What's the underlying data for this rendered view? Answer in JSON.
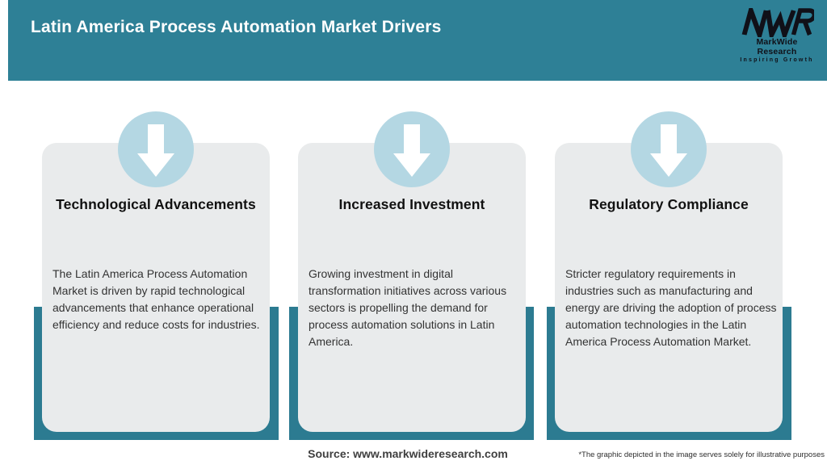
{
  "header": {
    "title": "Latin America Process Automation Market Drivers",
    "logo": {
      "monogram": "MWR",
      "name": "MarkWide Research",
      "tagline": "Inspiring Growth"
    }
  },
  "cards": [
    {
      "icon": "down-arrow",
      "title": "Technological Advancements",
      "body": "The Latin America Process Automation\nMarket is driven by rapid technological\nadvancements that enhance operational\nefficiency and reduce costs for industries."
    },
    {
      "icon": "down-arrow",
      "title": "Increased Investment",
      "body": "Growing investment in digital\ntransformation initiatives across various\nsectors is propelling the demand for\nprocess automation solutions in Latin\nAmerica."
    },
    {
      "icon": "down-arrow",
      "title": "Regulatory Compliance",
      "body": "Stricter regulatory requirements in\nindustries such as manufacturing and\nenergy are driving the adoption of process\nautomation technologies in the Latin\nAmerica Process Automation Market."
    }
  ],
  "footer": {
    "source": "Source: www.markwideresearch.com",
    "disclaimer": "*The graphic depicted in the image serves solely for illustrative purposes"
  },
  "colors": {
    "header_teal": "#2e8096",
    "shadow_teal": "#2c7b91",
    "card_gray": "#e9ebec",
    "icon_blue": "#b4d7e3",
    "arrow_white": "#ffffff",
    "logo_black": "#101018"
  }
}
